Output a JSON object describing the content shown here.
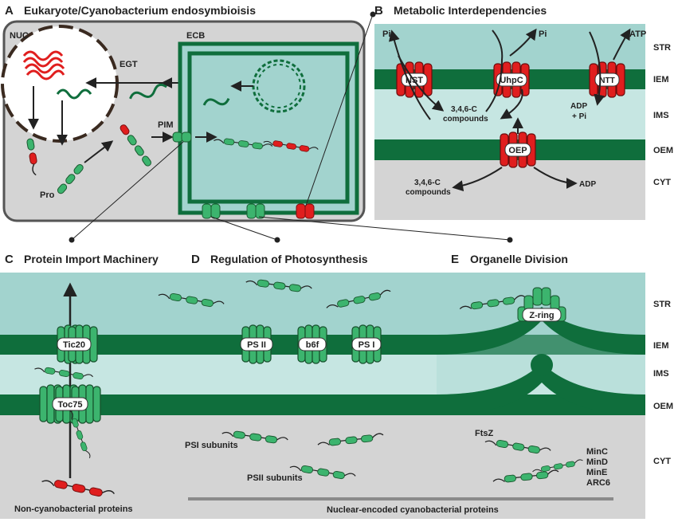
{
  "panelA": {
    "letter": "A",
    "title": "Eukaryote/Cyanobacterium endosymbioisis",
    "nuc": "NUC",
    "ecb": "ECB",
    "egt": "EGT",
    "pim": "PIM",
    "pro": "Pro"
  },
  "panelB": {
    "letter": "B",
    "title": "Metabolic Interdependencies",
    "pi_left": "Pi",
    "pi_mid": "Pi",
    "atp": "ATP",
    "nst": "NST",
    "uhpc": "UhpC",
    "ntt": "NTT",
    "compounds_top_1": "3,4,6-C",
    "compounds_top_2": "compounds",
    "adp_pi_1": "ADP",
    "adp_pi_2": "+ Pi",
    "oep": "OEP",
    "compounds_bot_1": "3,4,6-C",
    "compounds_bot_2": "compounds",
    "adp": "ADP",
    "layers": [
      "STR",
      "IEM",
      "IMS",
      "OEM",
      "CYT"
    ]
  },
  "panelC": {
    "letter": "C",
    "title": "Protein Import Machinery",
    "tic20": "Tic20",
    "toc75": "Toc75",
    "noncyano": "Non-cyanobacterial proteins"
  },
  "panelD": {
    "letter": "D",
    "title": "Regulation of Photosynthesis",
    "psii": "PS II",
    "b6f": "b6f",
    "psi": "PS I",
    "psi_subunits": "PSI subunits",
    "psii_subunits": "PSII subunits"
  },
  "panelE": {
    "letter": "E",
    "title": "Organelle Division",
    "zring": "Z-ring",
    "ftsz": "FtsZ",
    "min_list": [
      "MinC",
      "MinD",
      "MinE",
      "ARC6"
    ]
  },
  "bottom": {
    "layers": [
      "STR",
      "IEM",
      "IMS",
      "OEM",
      "CYT"
    ],
    "nuclear": "Nuclear-encoded cyanobacterial proteins"
  },
  "colors": {
    "dark_green": "#0f6e3c",
    "light_green": "#3cb46e",
    "red": "#e01e1e",
    "stroma": "#a2d3ce",
    "ims": "#c6e6e2",
    "cytosol": "#d4d4d4"
  }
}
